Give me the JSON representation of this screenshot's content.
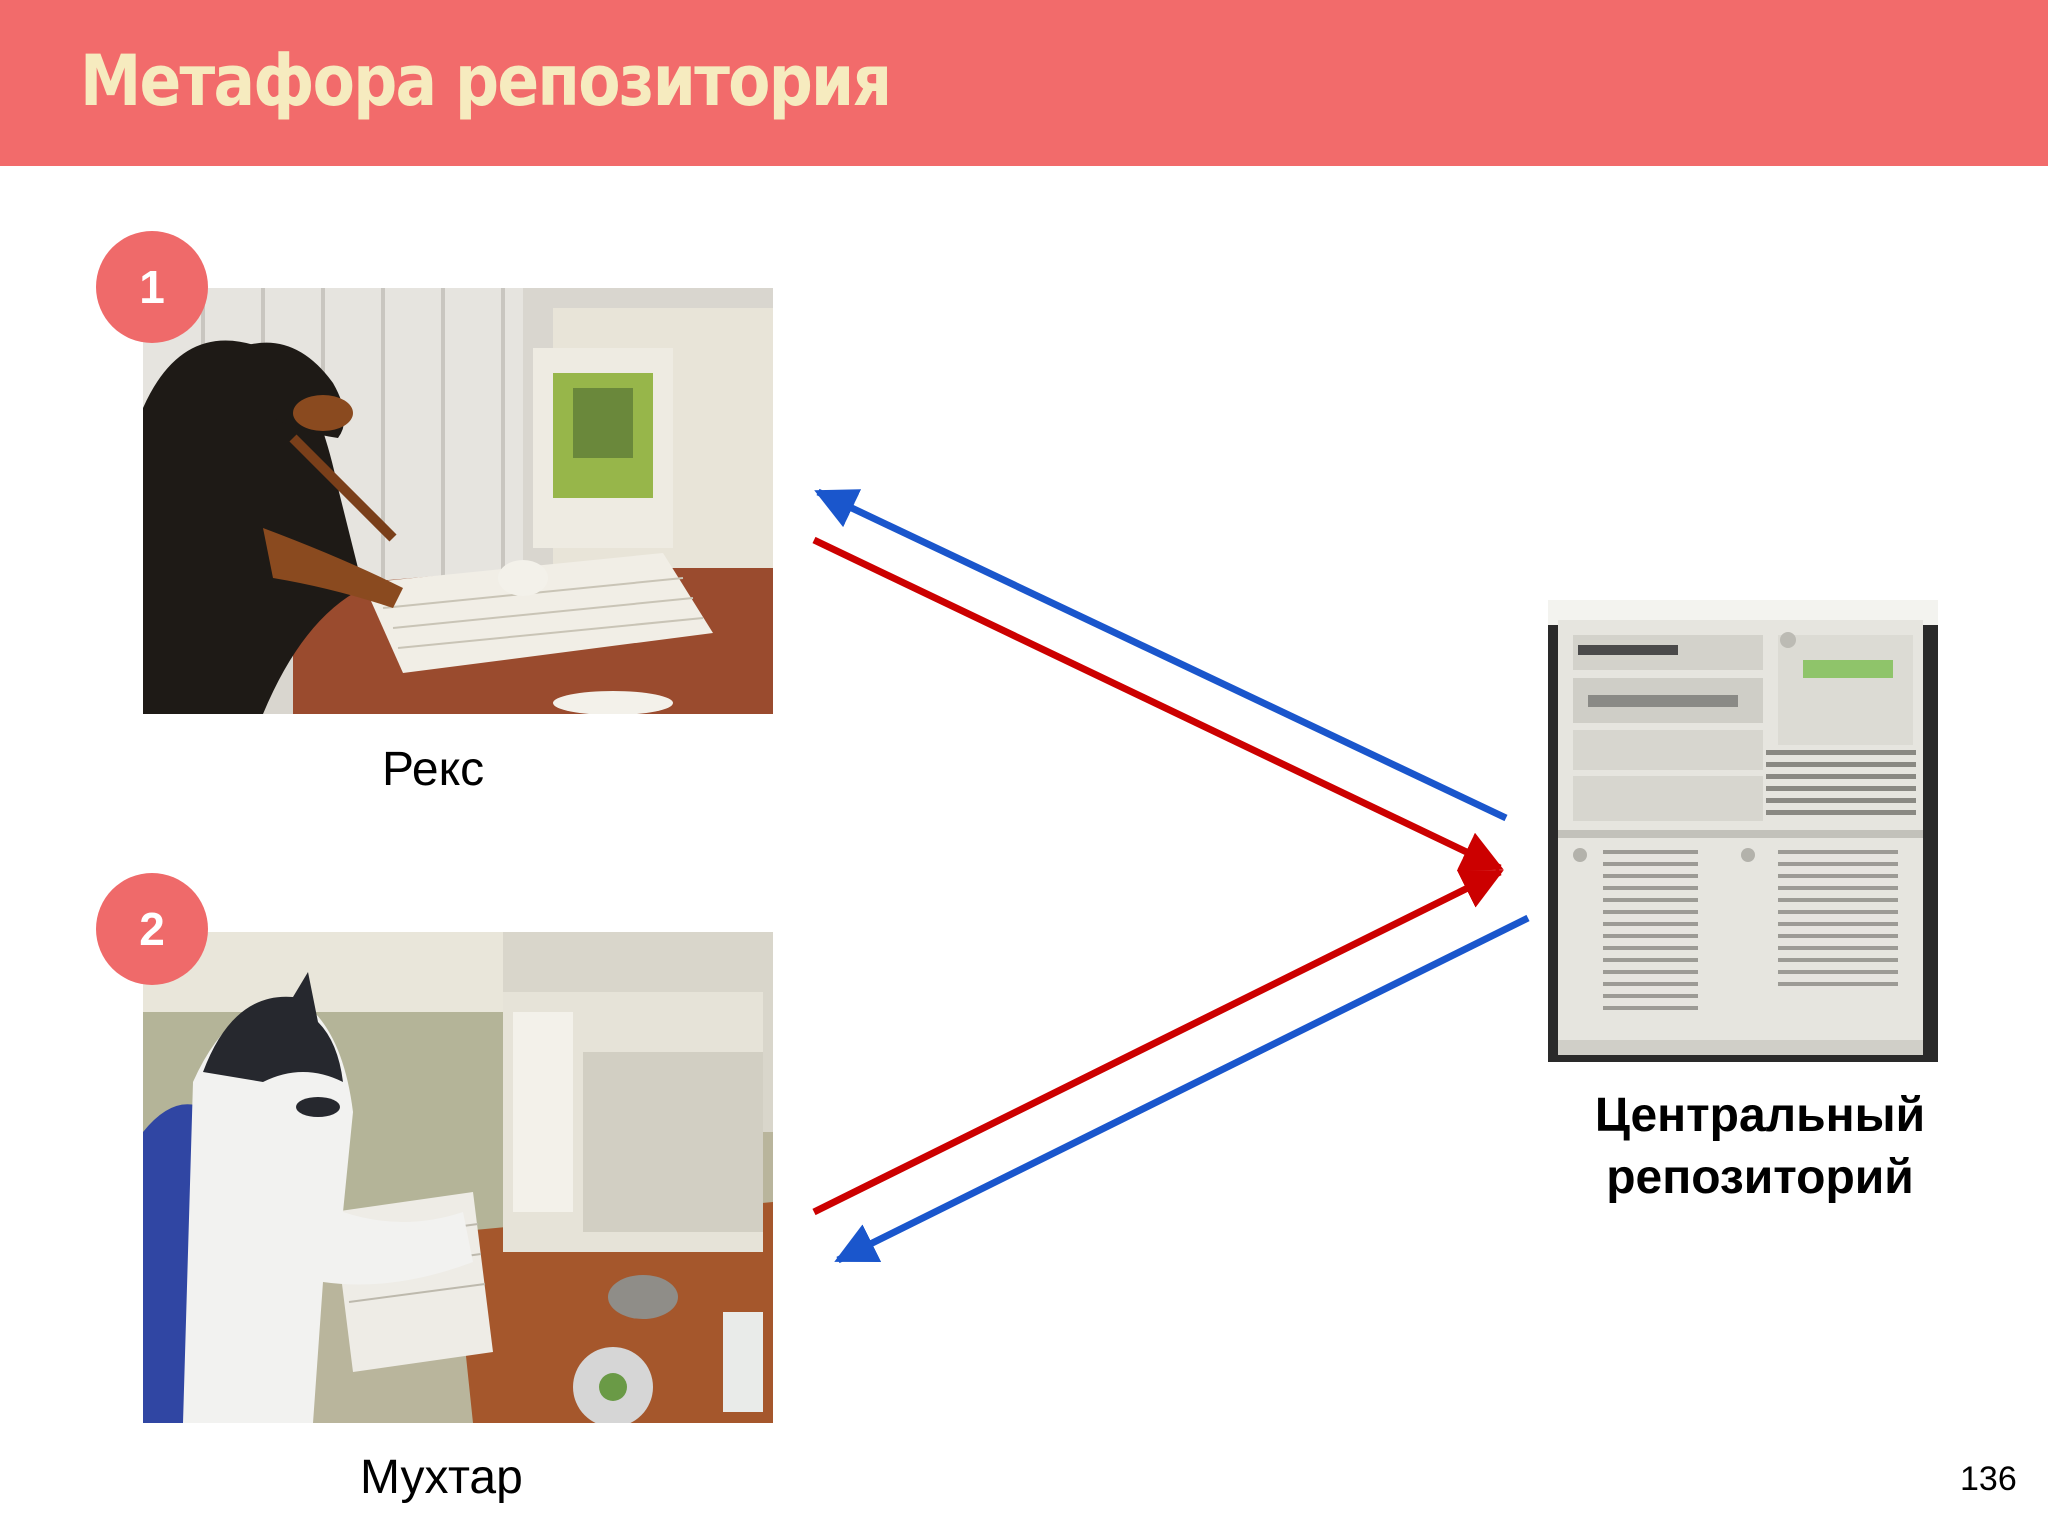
{
  "slide": {
    "title": "Метафора репозитория",
    "page_number": "136"
  },
  "clients": [
    {
      "badge": "1",
      "name": "Рекс",
      "image": "dog-at-computer-photo"
    },
    {
      "badge": "2",
      "name": "Мухтар",
      "image": "husky-at-computer-photo"
    }
  ],
  "repository": {
    "label_line1": "Центральный",
    "label_line2": "репозиторий",
    "image": "server-tower-photo"
  },
  "colors": {
    "header": "#f26b6b",
    "title": "#f6ebbf",
    "badge": "#ef6a6a",
    "arrow_to_repo": "#cc0000",
    "arrow_from_repo": "#1a56cc"
  }
}
